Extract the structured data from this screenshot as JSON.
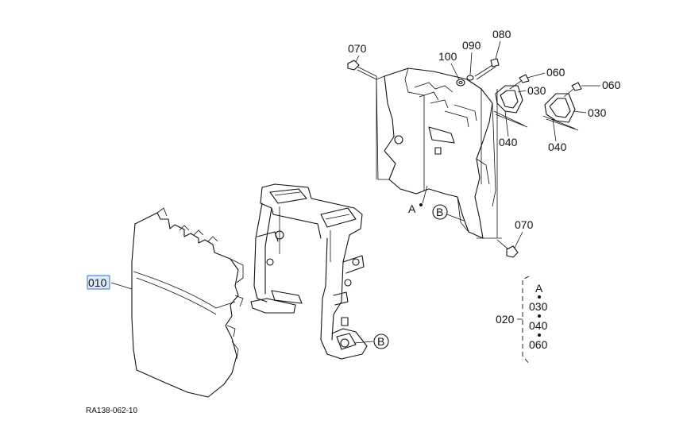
{
  "labels": {
    "p010": "010",
    "p020": "020",
    "p030a": "030",
    "p030b": "030",
    "p040a": "040",
    "p040b": "040",
    "p060a": "060",
    "p060b": "060",
    "p070a": "070",
    "p070b": "070",
    "p080": "080",
    "p090": "090",
    "p100": "100",
    "pointA": "A",
    "calloutB1": "B",
    "calloutB2": "B"
  },
  "legend": {
    "a": "A",
    "i030": "030",
    "i040": "040",
    "i060": "060"
  },
  "drawing_code": "RA138-062-10",
  "colors": {
    "highlight_fill": "#dce9f8",
    "highlight_stroke": "#3a74c9",
    "line": "#111111"
  }
}
